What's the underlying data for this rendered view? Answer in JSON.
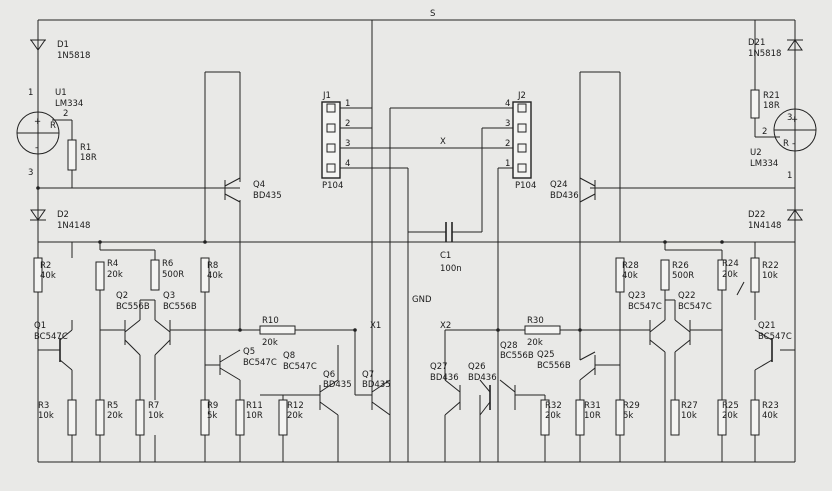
{
  "nets": {
    "s": "S",
    "x": "X",
    "x1": "X1",
    "x2": "X2",
    "gnd": "GND"
  },
  "connectors": {
    "j1": {
      "ref": "J1",
      "type": "P104",
      "pins": [
        "1",
        "2",
        "3",
        "4"
      ]
    },
    "j2": {
      "ref": "J2",
      "type": "P104",
      "pins": [
        "4",
        "3",
        "2",
        "1"
      ]
    }
  },
  "capacitor": {
    "ref": "C1",
    "value": "100n"
  },
  "diodes": {
    "d1": {
      "ref": "D1",
      "type": "1N5818"
    },
    "d2": {
      "ref": "D2",
      "type": "1N4148"
    },
    "d21": {
      "ref": "D21",
      "type": "1N5818"
    },
    "d22": {
      "ref": "D22",
      "type": "1N4148"
    }
  },
  "current_sources": {
    "u1": {
      "ref": "U1",
      "type": "LM334",
      "pin1": "1",
      "pin2": "2",
      "pin3": "3",
      "plus": "+",
      "minus": "-",
      "r": "R"
    },
    "u2": {
      "ref": "U2",
      "type": "LM334",
      "pin1": "1",
      "pin2": "2",
      "pin3": "3",
      "plus": "+",
      "minus": "-",
      "r": "R"
    }
  },
  "resistors": {
    "r1": {
      "ref": "R1",
      "value": "18R"
    },
    "r2": {
      "ref": "R2",
      "value": "40k"
    },
    "r3": {
      "ref": "R3",
      "value": "10k"
    },
    "r4": {
      "ref": "R4",
      "value": "20k"
    },
    "r5": {
      "ref": "R5",
      "value": "20k"
    },
    "r6": {
      "ref": "R6",
      "value": "500R"
    },
    "r7": {
      "ref": "R7",
      "value": "10k"
    },
    "r8": {
      "ref": "R8",
      "value": "40k"
    },
    "r9": {
      "ref": "R9",
      "value": "5k"
    },
    "r10": {
      "ref": "R10",
      "value": "20k"
    },
    "r11": {
      "ref": "R11",
      "value": "10R"
    },
    "r12": {
      "ref": "R12",
      "value": "20k"
    },
    "r21": {
      "ref": "R21",
      "value": "18R"
    },
    "r22": {
      "ref": "R22",
      "value": "10k"
    },
    "r23": {
      "ref": "R23",
      "value": "40k"
    },
    "r24": {
      "ref": "R24",
      "value": "20k"
    },
    "r25": {
      "ref": "R25",
      "value": "20k"
    },
    "r26": {
      "ref": "R26",
      "value": "500R"
    },
    "r27": {
      "ref": "R27",
      "value": "10k"
    },
    "r28": {
      "ref": "R28",
      "value": "40k"
    },
    "r29": {
      "ref": "R29",
      "value": "5k"
    },
    "r30": {
      "ref": "R30",
      "value": "20k"
    },
    "r31": {
      "ref": "R31",
      "value": "10R"
    },
    "r32": {
      "ref": "R32",
      "value": "20k"
    }
  },
  "transistors": {
    "q1": {
      "ref": "Q1",
      "type": "BC547C"
    },
    "q2": {
      "ref": "Q2",
      "type": "BC556B"
    },
    "q3": {
      "ref": "Q3",
      "type": "BC556B"
    },
    "q4": {
      "ref": "Q4",
      "type": "BD435"
    },
    "q5": {
      "ref": "Q5",
      "type": "BC547C"
    },
    "q6": {
      "ref": "Q6",
      "type": "BD435"
    },
    "q7": {
      "ref": "Q7",
      "type": "BD435"
    },
    "q8": {
      "ref": "Q8",
      "type": "BC547C"
    },
    "q21": {
      "ref": "Q21",
      "type": "BC547C"
    },
    "q22": {
      "ref": "Q22",
      "type": "BC547C"
    },
    "q23": {
      "ref": "Q23",
      "type": "BC547C"
    },
    "q24": {
      "ref": "Q24",
      "type": "BD436"
    },
    "q25": {
      "ref": "Q25",
      "type": "BC556B"
    },
    "q26": {
      "ref": "Q26",
      "type": "BD436"
    },
    "q27": {
      "ref": "Q27",
      "type": "BD436"
    },
    "q28": {
      "ref": "Q28",
      "type": "BC556B"
    }
  }
}
